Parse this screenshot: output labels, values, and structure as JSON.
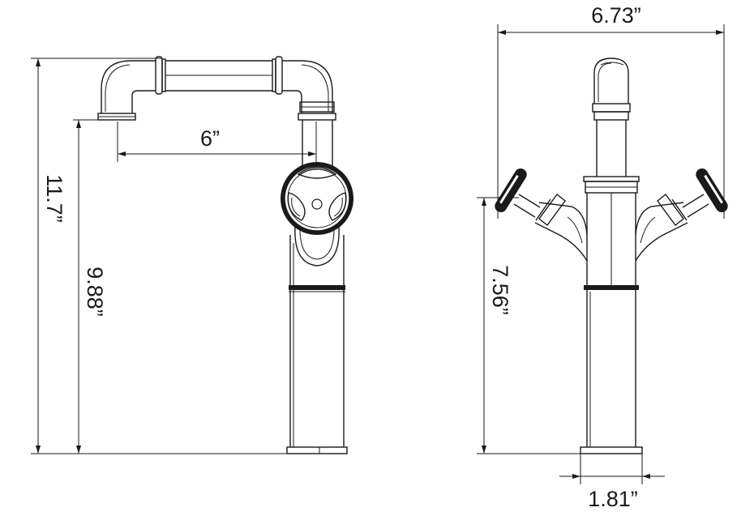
{
  "diagram": {
    "dimensions": {
      "total_height": "11.7”",
      "spout_height": "9.88”",
      "spout_reach": "6”",
      "overall_width": "6.73”",
      "handle_height": "7.56”",
      "base_diameter": "1.81”"
    },
    "colors": {
      "line": "#1a1a1a",
      "background": "#ffffff"
    }
  }
}
